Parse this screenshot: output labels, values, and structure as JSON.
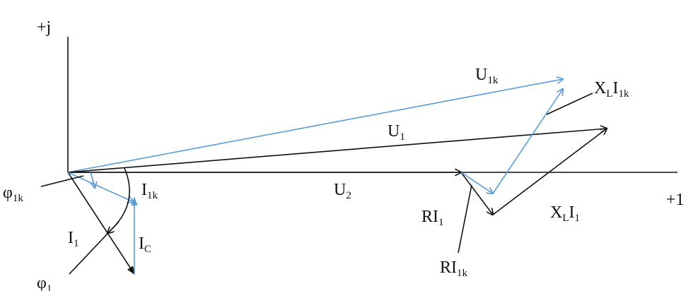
{
  "colors": {
    "black": "#111111",
    "blue": "#5b9bd5",
    "background": "#ffffff"
  },
  "axes": {
    "imag_label": "+j",
    "real_label": "+1"
  },
  "labels": {
    "U1k": {
      "main": "U",
      "sub": "1k"
    },
    "XLI1k": {
      "main1": "X",
      "sub1": "L",
      "main2": "I",
      "sub2": "1k"
    },
    "U1": {
      "main": "U",
      "sub": "1"
    },
    "U2": {
      "main": "U",
      "sub": "2"
    },
    "phi1k": {
      "main": "φ",
      "sub": "1k"
    },
    "I1k": {
      "main": "I",
      "sub": "1k"
    },
    "I1": {
      "main": "I",
      "sub": "1"
    },
    "IC": {
      "main": "I",
      "sub": "C"
    },
    "phi1": {
      "main": "φ",
      "sub": "1"
    },
    "RI1": {
      "main": "RI",
      "sub": "1"
    },
    "RI1k": {
      "main": "RI",
      "sub": "1k"
    },
    "XLI1": {
      "main1": "X",
      "sub1": "L",
      "main2": "I",
      "sub2": "1"
    }
  }
}
